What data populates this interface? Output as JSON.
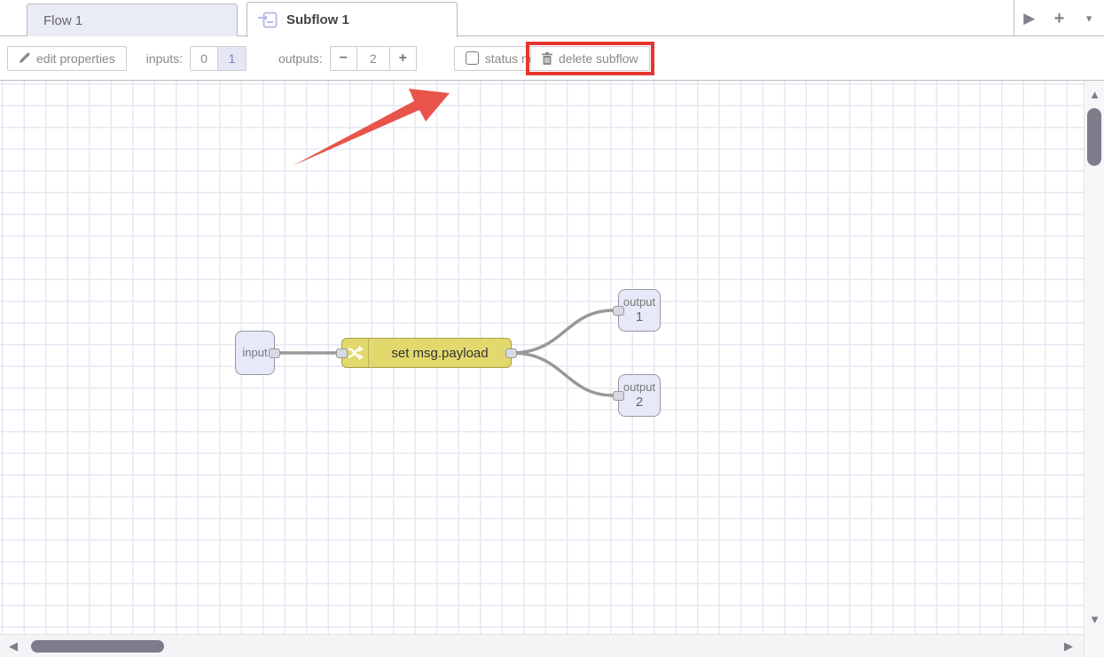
{
  "header": {
    "tabs": [
      {
        "label": "Flow 1",
        "active": false
      },
      {
        "label": "Subflow 1",
        "active": true
      }
    ],
    "controls": {
      "scroll_right": "▶",
      "add_tab": "+",
      "tab_menu": "▾"
    }
  },
  "toolbar": {
    "edit_properties_label": "edit properties",
    "inputs_label": "inputs:",
    "inputs_options": {
      "zero": "0",
      "one": "1"
    },
    "inputs_selected": "1",
    "outputs_label": "outputs:",
    "outputs_minus": "−",
    "outputs_value": "2",
    "outputs_plus": "+",
    "status_node_label": "status node",
    "delete_subflow_label": "delete subflow"
  },
  "canvas": {
    "nodes": [
      {
        "id": "input",
        "label": "input"
      },
      {
        "id": "change",
        "label": "set msg.payload"
      },
      {
        "id": "output1",
        "label": "output",
        "number": "1"
      },
      {
        "id": "output2",
        "label": "output",
        "number": "2"
      }
    ],
    "wires": [
      {
        "from": "input",
        "to": "change"
      },
      {
        "from": "change",
        "to": "output1"
      },
      {
        "from": "change",
        "to": "output2"
      }
    ]
  },
  "scrollbars": {
    "up": "▲",
    "down": "▼",
    "left": "◀",
    "right": "▶"
  },
  "colors": {
    "annotation_red": "#e5352f",
    "arrow_red": "#e8544a",
    "change_node_yellow": "#e2d96e",
    "io_node_lavender": "#e6e9f8",
    "wire_gray": "#999999",
    "grid_line": "#e7e7f3"
  }
}
